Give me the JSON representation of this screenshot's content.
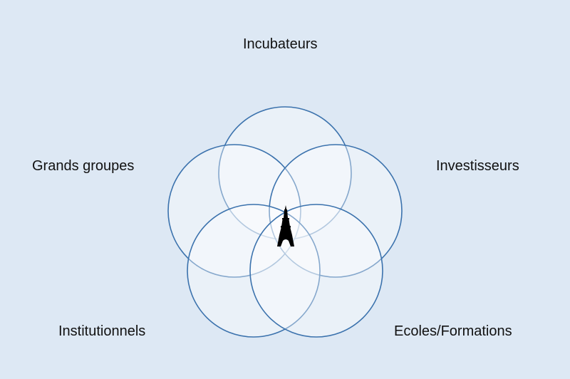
{
  "labels": {
    "incubateurs": "Incubateurs",
    "grands_groupes": "Grands groupes",
    "investisseurs": "Investisseurs",
    "institutionnels": "Institutionnels",
    "ecoles_formations": "Ecoles/Formations"
  },
  "colors": {
    "background": "#dde8f4",
    "circle_stroke": "#3b72ad",
    "circle_fill": "#ffffff",
    "center_icon": "#000000"
  },
  "center_icon": "eiffel-tower-icon"
}
